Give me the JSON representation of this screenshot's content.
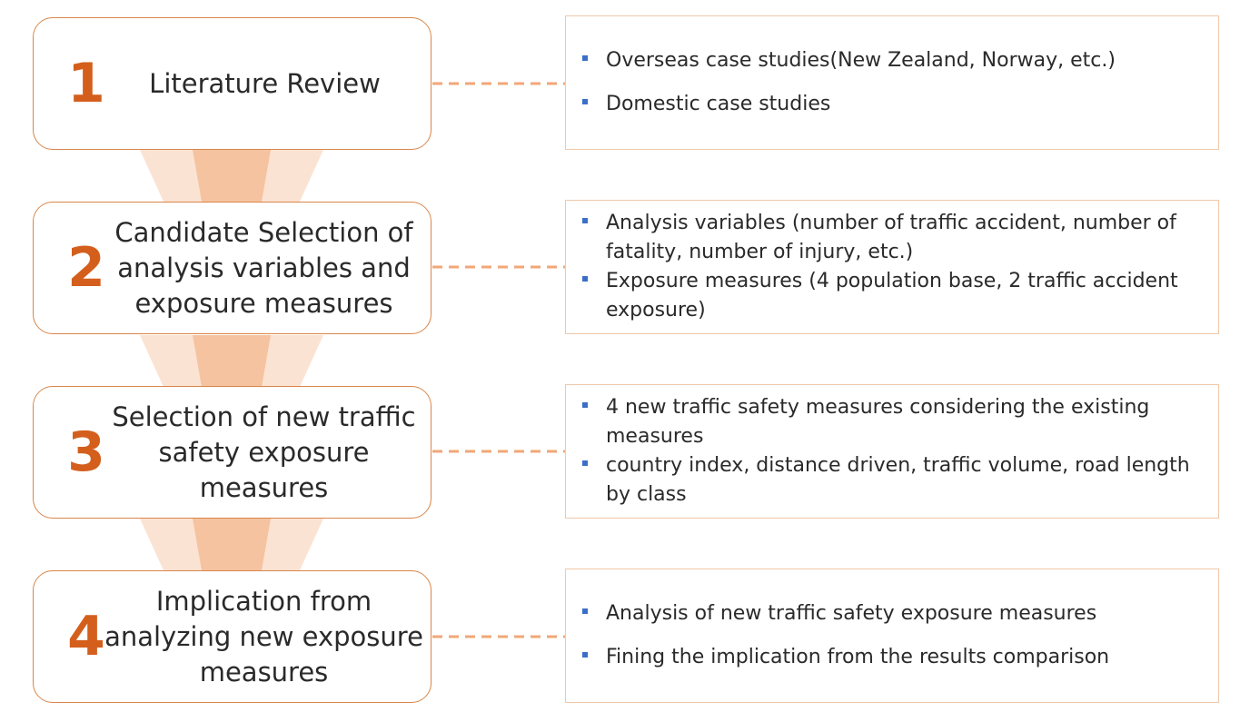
{
  "steps": [
    {
      "number": "1",
      "title": "Literature Review",
      "details": [
        "Overseas case studies(New Zealand, Norway, etc.)",
        "Domestic case studies"
      ]
    },
    {
      "number": "2",
      "title": "Candidate Selection of analysis variables and exposure measures",
      "details": [
        "Analysis variables (number of traffic accident, number of fatality, number of injury, etc.)",
        "Exposure measures (4 population base, 2 traffic accident exposure)"
      ]
    },
    {
      "number": "3",
      "title": "Selection of new traffic safety exposure measures",
      "details": [
        "4 new traffic safety measures considering the existing measures",
        "country index, distance driven, traffic volume, road length by class"
      ]
    },
    {
      "number": "4",
      "title": "Implication from analyzing new exposure measures",
      "details": [
        "Analysis of new traffic safety exposure measures",
        "Fining the implication from the results comparison"
      ]
    }
  ],
  "colors": {
    "accent": "#d45f1d",
    "box_border": "#d9864a",
    "detail_border": "#f0c9ab",
    "connector": "#f2a777",
    "funnel_outer": "#fbe3d3",
    "funnel_inner": "#f5c3a0",
    "bullet": "#3a6fc8"
  }
}
